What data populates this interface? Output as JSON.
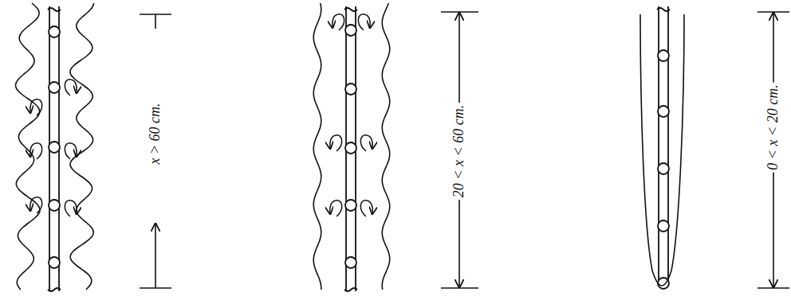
{
  "diagram": {
    "labels": [
      "x > 60 cm.",
      "20 < x < 60 cm.",
      "0 < x < 20 cm."
    ]
  }
}
